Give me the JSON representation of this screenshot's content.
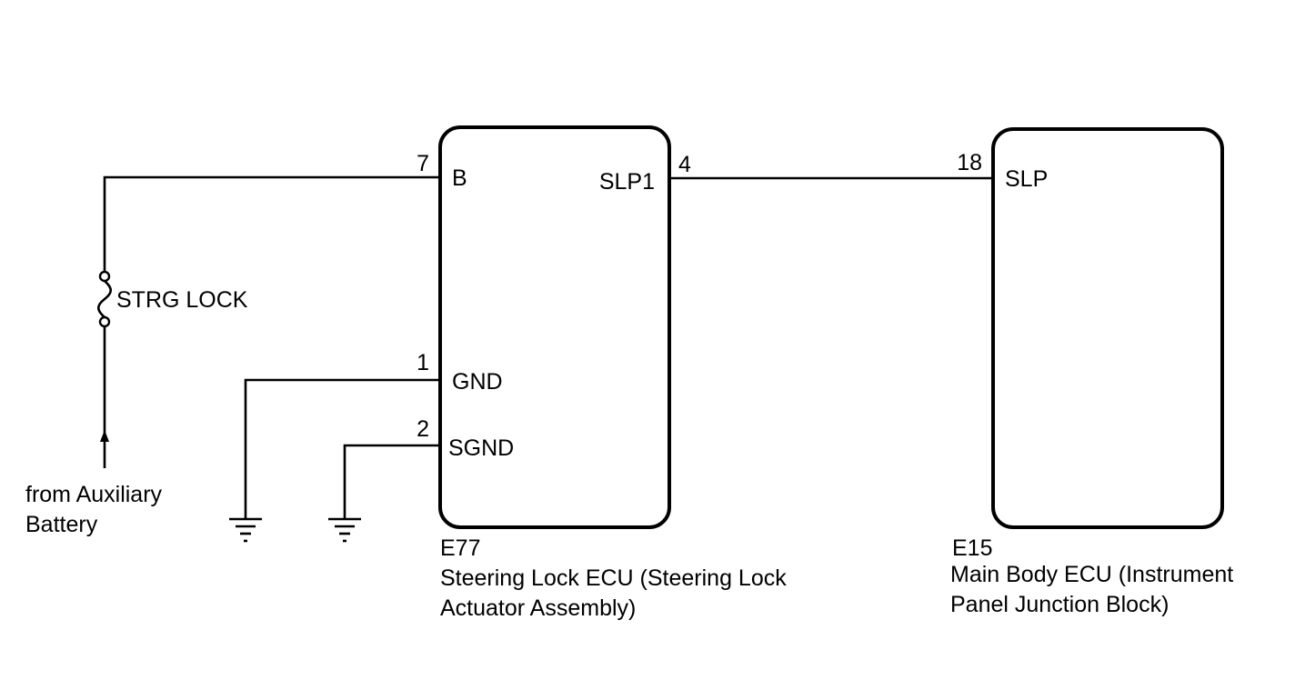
{
  "components": {
    "steering_lock_ecu": {
      "connector": "E77",
      "name_line1": "Steering Lock ECU (Steering Lock",
      "name_line2": "Actuator Assembly)",
      "pins": {
        "b": {
          "number": "7",
          "label": "B"
        },
        "gnd": {
          "number": "1",
          "label": "GND"
        },
        "sgnd": {
          "number": "2",
          "label": "SGND"
        },
        "slp1": {
          "number": "4",
          "label": "SLP1"
        }
      }
    },
    "main_body_ecu": {
      "connector": "E15",
      "name_line1": "Main Body ECU (Instrument",
      "name_line2": "Panel Junction Block)",
      "pins": {
        "slp": {
          "number": "18",
          "label": "SLP"
        }
      }
    }
  },
  "fuse": {
    "label": "STRG LOCK"
  },
  "power_source": {
    "line1": "from Auxiliary",
    "line2": "Battery"
  },
  "colors": {
    "line": "#000000",
    "background": "#ffffff"
  }
}
